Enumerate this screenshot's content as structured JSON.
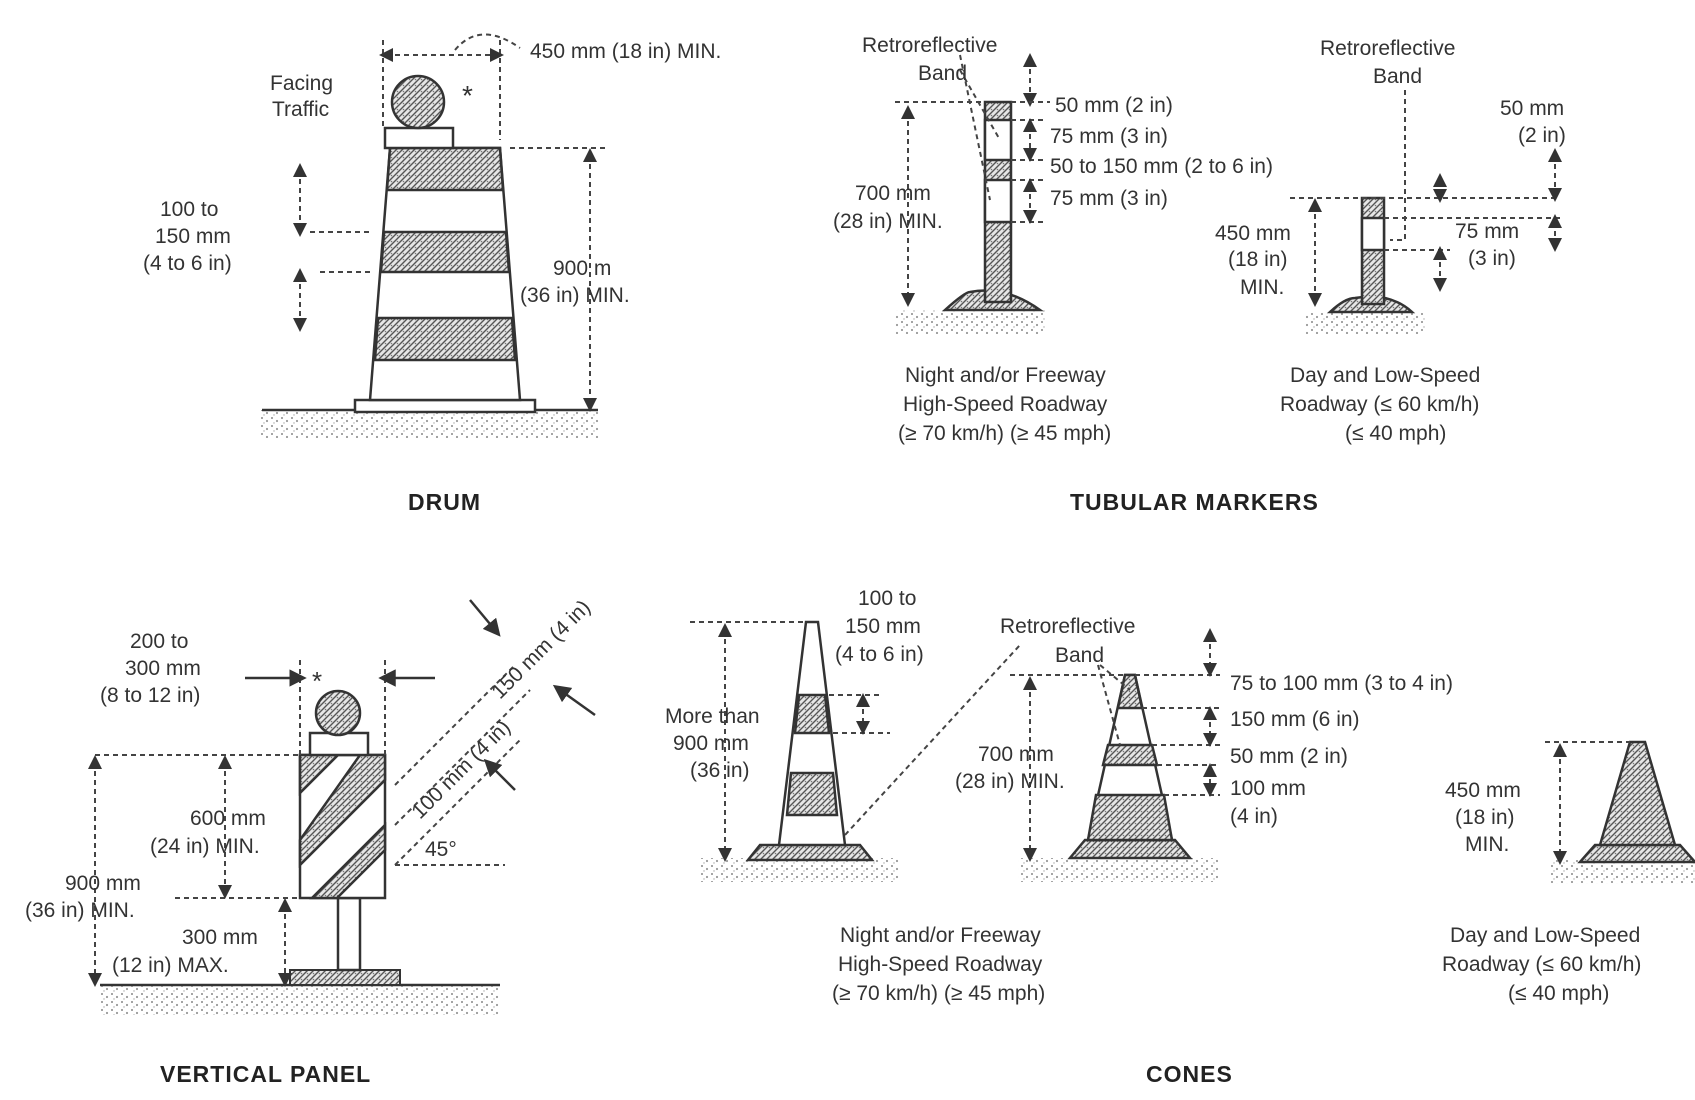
{
  "drum": {
    "title": "DRUM",
    "width_label": "450 mm (18 in) MIN.",
    "facing_1": "Facing",
    "facing_2": "Traffic",
    "asterisk": "*",
    "band_1": "100 to",
    "band_2": "150 mm",
    "band_3": "(4 to 6 in)",
    "height_1": "900 m",
    "height_2": "(36 in) MIN."
  },
  "tubular": {
    "title": "TUBULAR MARKERS",
    "night": {
      "band_label_1": "Retroreflective",
      "band_label_2": "Band",
      "d1": "50 mm (2 in)",
      "d2": "75 mm (3 in)",
      "d3": "50 to 150 mm (2 to 6 in)",
      "d4": "75 mm (3 in)",
      "height_1": "700 mm",
      "height_2": "(28 in) MIN.",
      "caption_1": "Night and/or Freeway",
      "caption_2": "High-Speed Roadway",
      "caption_3": "(≥ 70 km/h) (≥ 45 mph)"
    },
    "day": {
      "band_label_1": "Retroreflective",
      "band_label_2": "Band",
      "top_1": "50 mm",
      "top_2": "(2 in)",
      "band_w_1": "75 mm",
      "band_w_2": "(3 in)",
      "height_1": "450 mm",
      "height_2": "(18 in)",
      "height_3": "MIN.",
      "caption_1": "Day and Low-Speed",
      "caption_2": "Roadway (≤ 60 km/h)",
      "caption_3": "(≤ 40 mph)"
    }
  },
  "panel": {
    "title": "VERTICAL PANEL",
    "asterisk": "*",
    "width_1": "200 to",
    "width_2": "300 mm",
    "width_3": "(8 to 12 in)",
    "stripe_1": "150 mm (4 in)",
    "stripe_2": "100 mm (4 in)",
    "angle": "45°",
    "panel_h_1": "600 mm",
    "panel_h_2": "(24 in) MIN.",
    "total_1": "900 mm",
    "total_2": "(36 in) MIN.",
    "gap_1": "300 mm",
    "gap_2": "(12 in) MAX."
  },
  "cones": {
    "title": "CONES",
    "left": {
      "top_1": "100 to",
      "top_2": "150 mm",
      "top_3": "(4 to 6 in)",
      "height_1": "More than",
      "height_2": "900 mm",
      "height_3": "(36 in)"
    },
    "night": {
      "band_label_1": "Retroreflective",
      "band_label_2": "Band",
      "d1": "75 to 100 mm (3 to 4 in)",
      "d2": "150 mm (6 in)",
      "d3": "50 mm (2 in)",
      "d4a": "100 mm",
      "d4b": "(4 in)",
      "height_1": "700 mm",
      "height_2": "(28 in) MIN.",
      "caption_1": "Night and/or Freeway",
      "caption_2": "High-Speed Roadway",
      "caption_3": "(≥ 70 km/h) (≥ 45 mph)"
    },
    "day": {
      "height_1": "450 mm",
      "height_2": "(18 in)",
      "height_3": "MIN.",
      "caption_1": "Day and Low-Speed",
      "caption_2": "Roadway (≤ 60 km/h)",
      "caption_3": "(≤ 40 mph)"
    }
  }
}
